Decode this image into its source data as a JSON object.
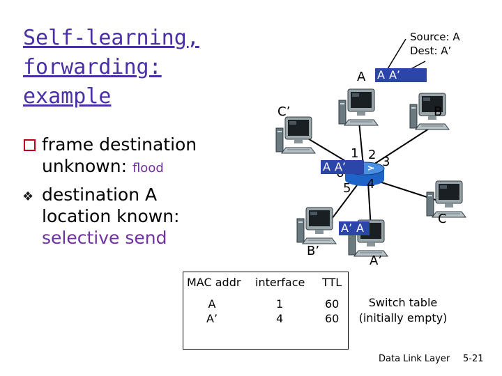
{
  "title_lines": [
    "Self-learning,",
    "forwarding:",
    "example"
  ],
  "bullets": [
    {
      "text": "frame destination unknown: ",
      "highlight": "flood"
    },
    {
      "text": "destination A location known: ",
      "highlight": "selective send"
    }
  ],
  "source_label": "Source: A",
  "dest_label": "Dest: A’",
  "hosts": {
    "a": "A",
    "b": "B",
    "c": "C",
    "a_prime": "A’",
    "b_prime": "B’",
    "c_prime": "C’"
  },
  "frame_top": [
    "A",
    "A’"
  ],
  "frame_switch": [
    "A",
    "A’"
  ],
  "frame_bottom": [
    "A’",
    "A"
  ],
  "ports": [
    "1",
    "2",
    "3",
    "4",
    "5",
    "6"
  ],
  "table": {
    "headers": [
      "MAC addr",
      "interface",
      "TTL"
    ],
    "mac": [
      "A",
      "A’"
    ],
    "interface": [
      "1",
      "4"
    ],
    "ttl": [
      "60",
      "60"
    ]
  },
  "note": "Switch table (initially empty)",
  "footer_left": "Data Link Layer",
  "footer_right": "5-21",
  "colors": {
    "title": "#4b2fa6",
    "highlight": "#7030a0",
    "frame": "#2b46a8"
  }
}
